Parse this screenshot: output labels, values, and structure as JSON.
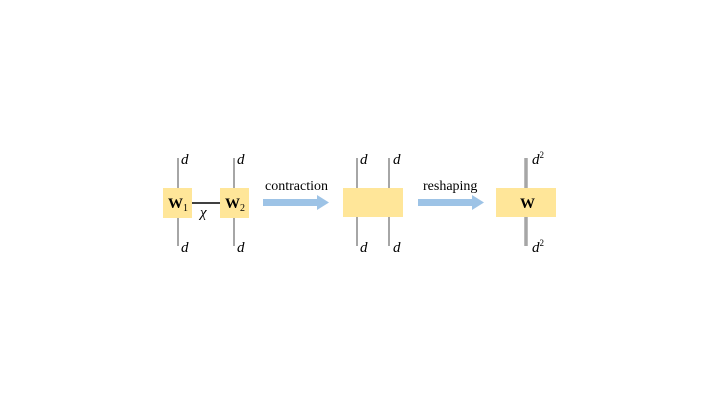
{
  "colors": {
    "tensor_fill": "#FFE699",
    "leg": "#A6A6A6",
    "bond": "#000000",
    "arrow": "#9DC3E6"
  },
  "left": {
    "w1": {
      "letter": "W",
      "subscript": "1"
    },
    "w2": {
      "letter": "W",
      "subscript": "2"
    },
    "bond_label": "χ",
    "w1_top": "d",
    "w1_bottom": "d",
    "w2_top": "d",
    "w2_bottom": "d"
  },
  "arrow1": {
    "label": "contraction"
  },
  "middle": {
    "top_left": "d",
    "top_right": "d",
    "bottom_left": "d",
    "bottom_right": "d"
  },
  "arrow2": {
    "label": "reshaping"
  },
  "right": {
    "letter": "W",
    "top": {
      "base": "d",
      "exp": "2"
    },
    "bottom": {
      "base": "d",
      "exp": "2"
    }
  }
}
